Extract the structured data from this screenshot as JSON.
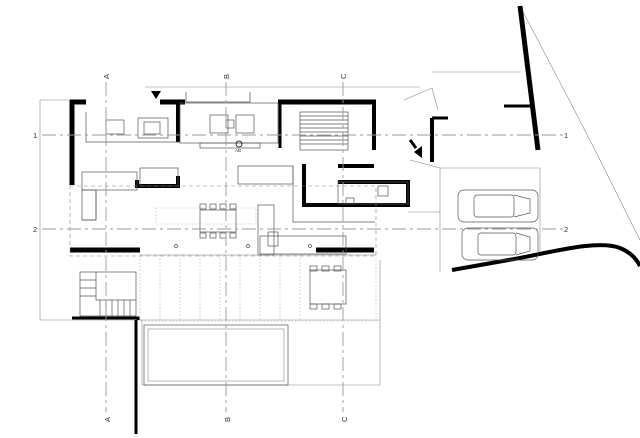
{
  "grid_axes": {
    "vertical": [
      {
        "id": "A",
        "label_top": "A",
        "label_bottom": "A"
      },
      {
        "id": "B",
        "label_top": "B",
        "label_bottom": "B"
      },
      {
        "id": "C",
        "label_top": "C",
        "label_bottom": "C"
      }
    ],
    "horizontal": [
      {
        "id": "1",
        "label_left": "1",
        "label_right": "1"
      },
      {
        "id": "2",
        "label_left": "2",
        "label_right": "2"
      }
    ]
  },
  "annotations": {
    "section_mark": "AB"
  }
}
